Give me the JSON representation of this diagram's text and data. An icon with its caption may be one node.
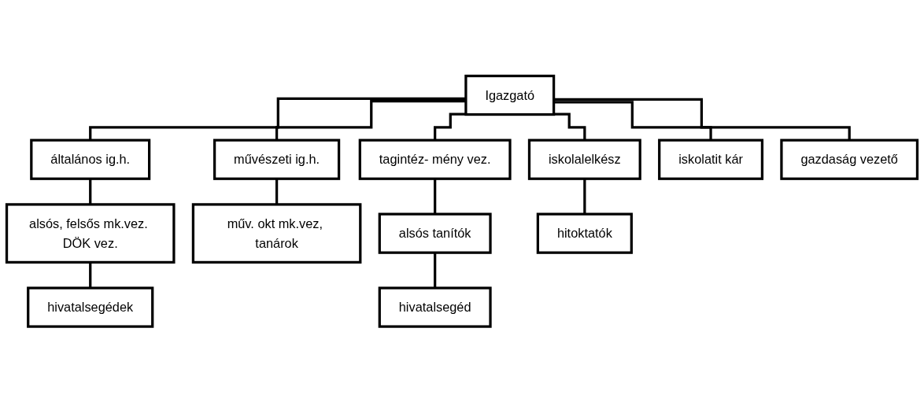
{
  "diagram": {
    "nodes": [
      {
        "text": [
          "Igazgató"
        ]
      },
      {
        "text": [
          "általános ig.h."
        ]
      },
      {
        "text": [
          "művészeti ig.h."
        ]
      },
      {
        "text": [
          "tagintéz- mény vez."
        ]
      },
      {
        "text": [
          "iskolalelkész"
        ]
      },
      {
        "text": [
          "iskolatit kár"
        ]
      },
      {
        "text": [
          "gazdaság vezető"
        ]
      },
      {
        "text": [
          "alsós, felsős mk.vez. DÖK vez."
        ]
      },
      {
        "text": [
          "hivatalsegédek"
        ]
      },
      {
        "text": [
          "műv. okt mk.vez, tanárok"
        ]
      },
      {
        "text": [
          "alsós tanítók"
        ]
      },
      {
        "text": [
          "hivatalsegéd"
        ]
      },
      {
        "text": [
          "hitoktatók"
        ]
      }
    ],
    "edges": [
      {
        "from": 0,
        "to": 1,
        "arrow": "none"
      },
      {
        "from": 0,
        "to": 2,
        "arrow": "none"
      },
      {
        "from": 0,
        "to": 3,
        "arrow": "none"
      },
      {
        "from": 0,
        "to": 4,
        "arrow": "none"
      },
      {
        "from": 0,
        "to": 5,
        "arrow": "none"
      },
      {
        "from": 0,
        "to": 6,
        "arrow": "none"
      },
      {
        "from": 1,
        "to": 7,
        "arrow": "none"
      },
      {
        "from": 7,
        "to": 8,
        "arrow": "none"
      },
      {
        "from": 2,
        "to": 9,
        "arrow": "none"
      },
      {
        "from": 3,
        "to": 10,
        "arrow": "none"
      },
      {
        "from": 10,
        "to": 11,
        "arrow": "none"
      },
      {
        "from": 4,
        "to": 12,
        "arrow": "none"
      }
    ]
  }
}
